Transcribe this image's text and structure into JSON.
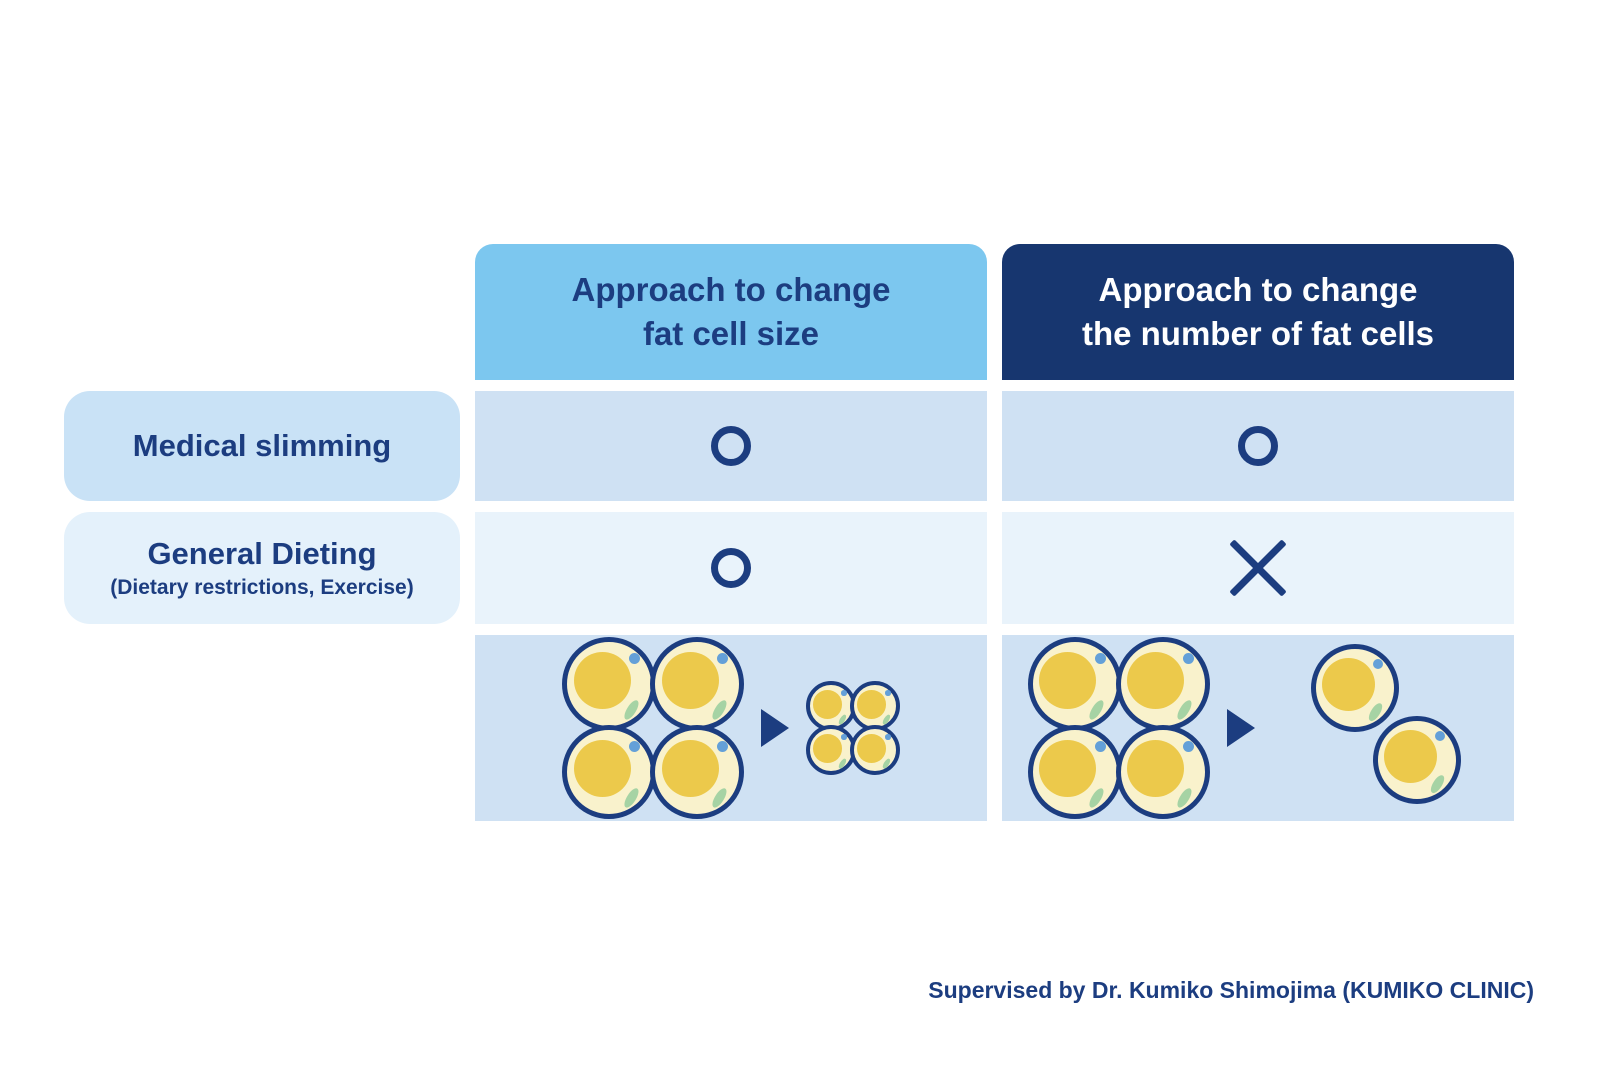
{
  "headers": [
    {
      "text": "Approach to change\nfat cell size"
    },
    {
      "text": "Approach to change\nthe number of fat cells"
    }
  ],
  "rows": [
    {
      "label": "Medical slimming",
      "sublabel": "",
      "cells": [
        "circle",
        "circle"
      ]
    },
    {
      "label": "General Dieting",
      "sublabel": "(Dietary restrictions, Exercise)",
      "cells": [
        "circle",
        "cross"
      ]
    }
  ],
  "illustration": {
    "size_change": {
      "before": 4,
      "after": 4
    },
    "number_change": {
      "before": 4,
      "after": 2
    }
  },
  "footer": {
    "credit": "Supervised by Dr. Kumiko Shimojima (KUMIKO CLINIC)"
  },
  "colors": {
    "navy": "#1c3d80",
    "header_light_blue": "#7cc7ef",
    "header_dark_navy": "#17366f",
    "row_blue": "#cfe1f3",
    "row_light_blue": "#e9f3fb",
    "cell_yellow": "#ecc94b",
    "cell_ring": "#f9f2cc"
  }
}
